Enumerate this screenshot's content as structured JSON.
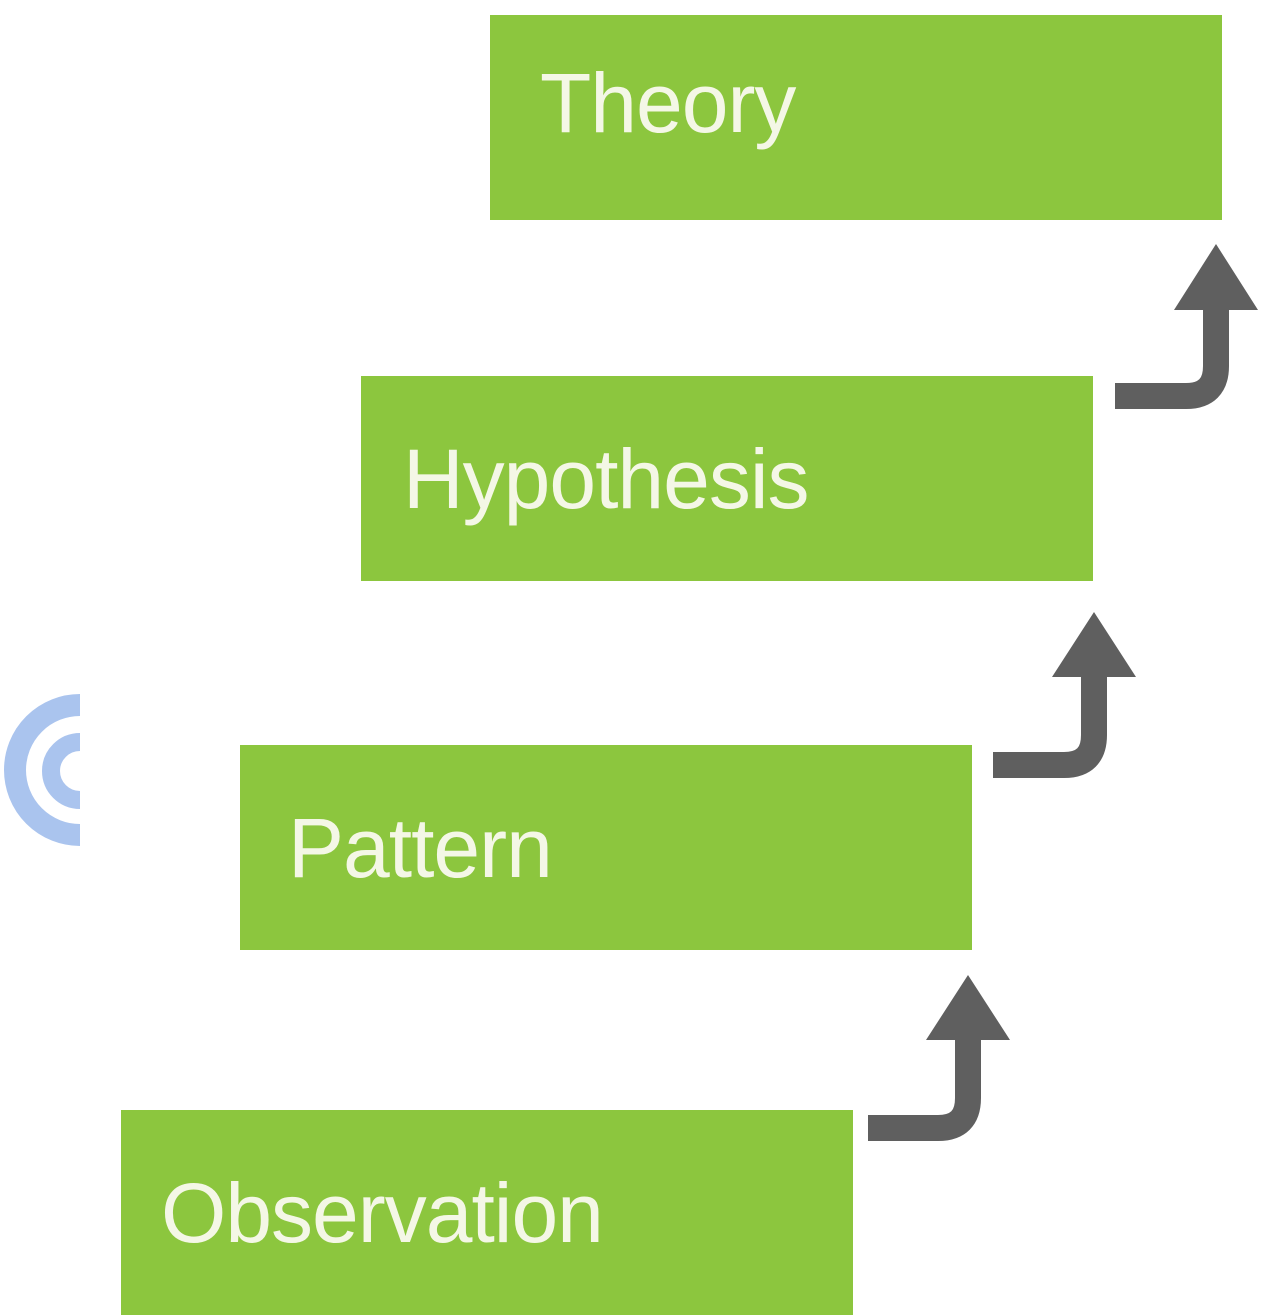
{
  "steps": [
    {
      "id": "observation",
      "label": "Observation"
    },
    {
      "id": "pattern",
      "label": "Pattern"
    },
    {
      "id": "hypothesis",
      "label": "Hypothesis"
    },
    {
      "id": "theory",
      "label": "Theory"
    }
  ],
  "colors": {
    "step_fill": "#8cc63e",
    "step_text": "#f4f7e6",
    "arrow": "#5f5f5f",
    "edge_mark": "#aac4ee"
  },
  "icons": {
    "arrow": "elbow-arrow-up-icon",
    "edge_mark": "partial-circle-icon"
  }
}
